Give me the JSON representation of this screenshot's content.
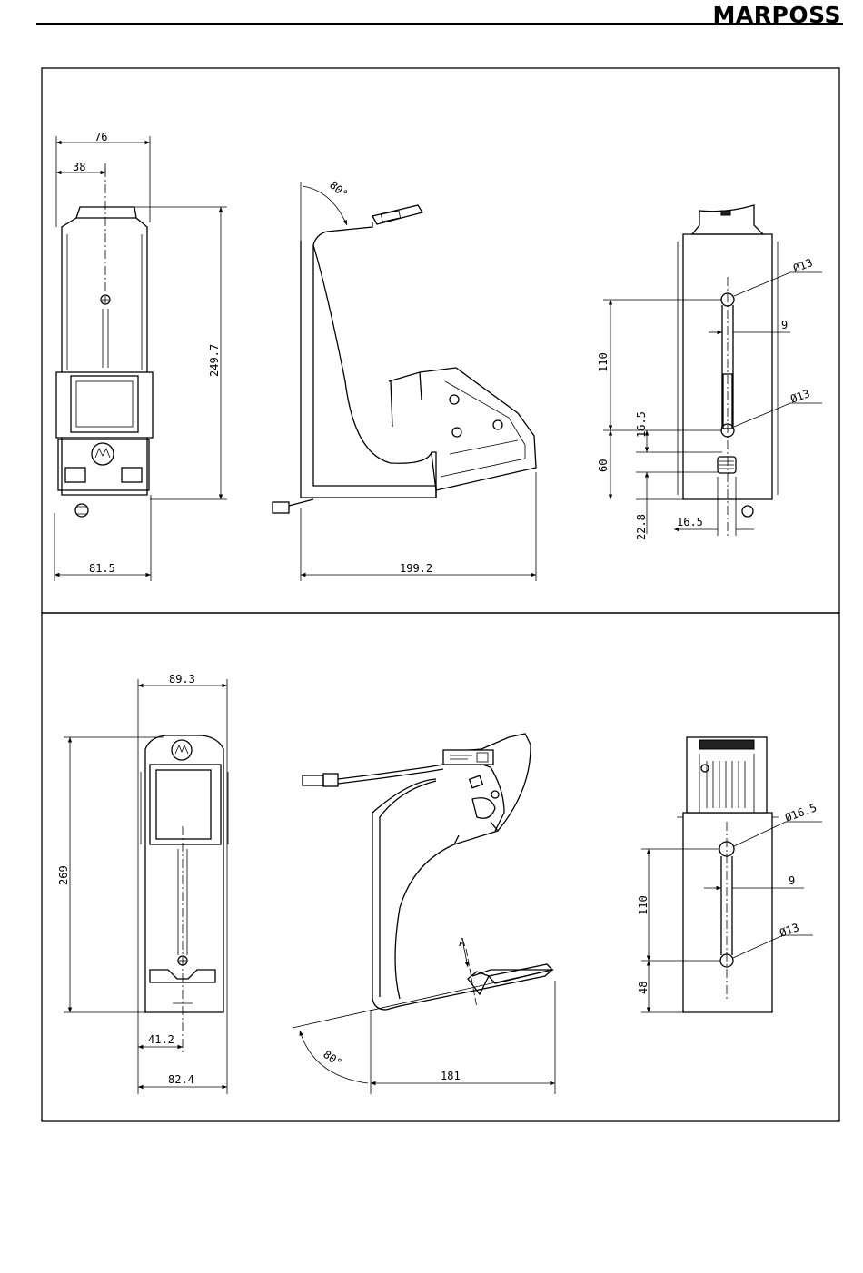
{
  "brand": "MARPOSS",
  "panel_top": {
    "view_front": {
      "dim_width": "76",
      "dim_axis": "38",
      "dim_height": "249.7",
      "dim_base": "81.5"
    },
    "view_side": {
      "angle": "80°",
      "dim_depth": "199.2"
    },
    "view_back": {
      "hole_top": "Ø13",
      "slot_width": "9",
      "hole_bottom": "Ø13",
      "dim_110": "110",
      "dim_16_5_v": "16.5",
      "dim_60": "60",
      "dim_22_8": "22.8",
      "dim_16_5_h": "16.5"
    }
  },
  "panel_bottom": {
    "view_front": {
      "dim_width": "89.3",
      "dim_height": "269",
      "dim_axis": "41.2",
      "dim_base": "82.4"
    },
    "view_side": {
      "label_a": "A",
      "angle": "80°",
      "dim_depth": "181"
    },
    "view_back": {
      "hole_top": "Ø16.5",
      "slot_width": "9",
      "hole_bottom": "Ø13",
      "dim_110": "110",
      "dim_48": "48"
    }
  }
}
